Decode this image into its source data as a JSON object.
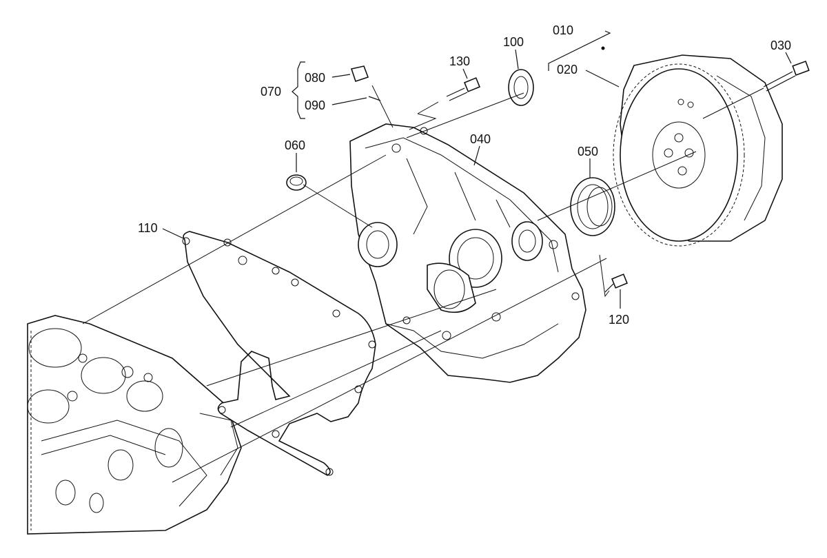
{
  "callouts": {
    "c010": "010",
    "c020": "020",
    "c030": "030",
    "c040": "040",
    "c050": "050",
    "c060": "060",
    "c070": "070",
    "c080": "080",
    "c090": "090",
    "c100": "100",
    "c110": "110",
    "c120": "120",
    "c130": "130"
  }
}
